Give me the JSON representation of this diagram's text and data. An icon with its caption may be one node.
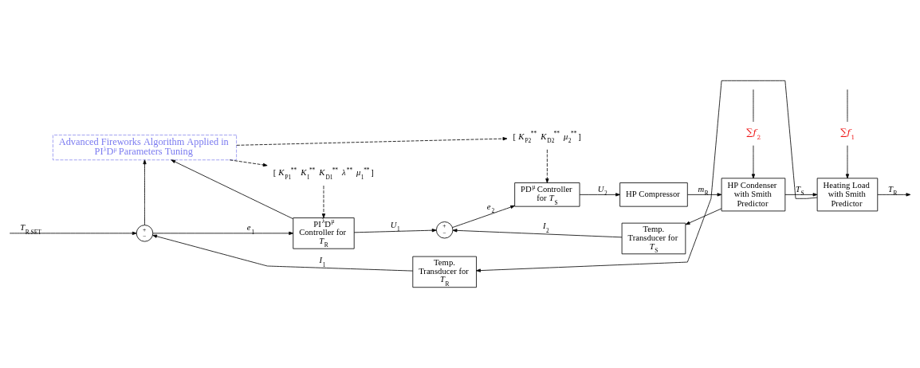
{
  "diagram": {
    "nodes": [
      {
        "text": [
          "Advanced Fireworks Algorithm Applied in PI$^{λ}$D$^{μ}$ Parameters Tuning"
        ]
      },
      {
        "text": [
          "+",
          "−"
        ]
      },
      {
        "text": [
          "PI$^{λ}$D$^{μ}$ Controller for *T*$_{R}$"
        ]
      },
      {
        "text": [
          "+",
          "−"
        ]
      },
      {
        "text": [
          "PD$^{μ}$ Controller for *T*$_{S}$"
        ]
      },
      {
        "text": [
          "HP Compressor"
        ]
      },
      {
        "text": [
          "HP Condenser with Smith Predictor"
        ]
      },
      {
        "text": [
          "Heating Load with Smith Predictor"
        ]
      },
      {
        "text": [
          "Temp. Transducer for *T*$_{S}$"
        ]
      },
      {
        "text": [
          "Temp. Transducer for *T*$_{R}$"
        ]
      },
      {
        "text": [
          "[ *K*$_{P1}$$^{**}$  *K*$_{I}$$^{**}$  *K*$_{D1}$$^{**}$  *λ*$^{**}$  *μ*$_{1}$$^{**}$ ]"
        ]
      },
      {
        "text": [
          "[ *K*$_{P2}$$^{**}$  *K*$_{D2}$$^{**}$  *μ*$_{2}$$^{**}$ ]"
        ]
      },
      {
        "text": [
          "∑*f*$_{2}$"
        ]
      },
      {
        "text": [
          "∑*f*$_{1}$"
        ]
      }
    ],
    "edges": [
      {
        "from": null,
        "to": 1,
        "arrow": "to",
        "label": "*T*$_{R.SET}$"
      },
      {
        "from": 1,
        "to": 2,
        "arrow": "to",
        "label": "*e*$_{1}$"
      },
      {
        "from": 2,
        "to": 3,
        "arrow": "to",
        "label": "*U*$_{1}$"
      },
      {
        "from": 3,
        "to": 4,
        "arrow": "to",
        "label": "*e*$_{2}$"
      },
      {
        "from": 4,
        "to": 5,
        "arrow": "to",
        "label": "*U*$_{2}$"
      },
      {
        "from": 5,
        "to": 6,
        "arrow": "to",
        "label": "*m*$_{R}$"
      },
      {
        "from": 6,
        "to": 7,
        "arrow": "to",
        "label": "*T*$_{S}$"
      },
      {
        "from": 7,
        "to": null,
        "arrow": "to",
        "label": "*T*$_{R}$"
      },
      {
        "from": 6,
        "to": 8,
        "arrow": "to"
      },
      {
        "from": 8,
        "to": 3,
        "arrow": "to",
        "label": "*I*$_{2}$"
      },
      {
        "from": 7,
        "to": 9,
        "arrow": "to"
      },
      {
        "from": 9,
        "to": 1,
        "arrow": "to",
        "label": "*I*$_{1}$"
      },
      {
        "from": 1,
        "to": 0,
        "arrow": "to"
      },
      {
        "from": 2,
        "to": 0,
        "arrow": "to"
      },
      {
        "from": 0,
        "to": 10,
        "arrow": "to",
        "style": "dashed"
      },
      {
        "from": 0,
        "to": 11,
        "arrow": "to",
        "style": "dashed"
      },
      {
        "from": 10,
        "to": 2,
        "arrow": "to",
        "style": "dashed"
      },
      {
        "from": 11,
        "to": 4,
        "arrow": "to",
        "style": "dashed"
      },
      {
        "from": null,
        "to": 12,
        "arrow": "none"
      },
      {
        "from": 12,
        "to": 6,
        "arrow": "to"
      },
      {
        "from": null,
        "to": 13,
        "arrow": "none"
      },
      {
        "from": 13,
        "to": 7,
        "arrow": "to"
      }
    ]
  }
}
